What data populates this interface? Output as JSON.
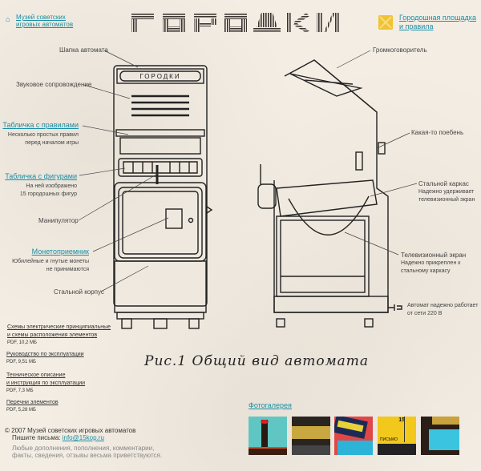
{
  "header": {
    "home_link_line1": "Музей советских",
    "home_link_line2": "игровых автоматов",
    "logo_text": "ГОРОДКИ",
    "rules_link_line1": "Городошная площадка",
    "rules_link_line2": "и правила"
  },
  "labels_left": {
    "cap": "Шапка автомата",
    "sound": "Звуковое сопровождение",
    "rules_table": "Табличка с правилами",
    "rules_desc1": "Несколько простых правил",
    "rules_desc2": "перед началом игры",
    "figures_table": "Табличка с фигурами",
    "figures_desc1": "На ней изображено",
    "figures_desc2": "15 городошных фигур",
    "manipulator": "Манипулятор",
    "coin": "Монетоприемник",
    "coin_desc1": "Юбилейные и гнутые монеты",
    "coin_desc2": "не принимаются",
    "body": "Стальной корпус"
  },
  "labels_right": {
    "speaker": "Громкоговоритель",
    "thing": "Какая-то поебень",
    "frame": "Стальной каркас",
    "frame_desc1": "Надежно удерживает",
    "frame_desc2": "телевизионный экран",
    "screen": "Телевизионный экран",
    "screen_desc1": "Надежно прикреплен к",
    "screen_desc2": "стальному каркасу",
    "power1": "Автомат надежно работает",
    "power2": "от сети 220 В"
  },
  "drawing": {
    "plate_text": "ГОРОДКИ",
    "caption": "Рис.1   Общий   вид   автомата"
  },
  "downloads": [
    {
      "line1": "Схемы электрические принципиальные",
      "line2": "и схемы расположения элементов",
      "meta": "PDF, 10,2 МБ"
    },
    {
      "line1": "Руководство по эксплуатации",
      "line2": "",
      "meta": "PDF, 9,51 МБ"
    },
    {
      "line1": "Техническое описание",
      "line2": "и инструкция по эксплуатации",
      "meta": "PDF, 7,3 МБ"
    },
    {
      "line1": "Перечни элементов",
      "line2": "",
      "meta": "PDF, 5,28 МБ"
    }
  ],
  "footer": {
    "copyright": "© 2007 Музей советских игровых автоматов",
    "write_label": "Пишите письма:",
    "email": "info@15kop.ru",
    "note1": "Любые дополнения, пополнения, комментарии,",
    "note2": "факты, сведения, отзывы весьма приветствуются."
  },
  "gallery": {
    "title": "Фотогалерея",
    "thumb3_text": "15",
    "thumb3_label": "ПИСЬМО"
  },
  "colors": {
    "link": "#1a8fa6",
    "accent_yellow": "#f2c230",
    "background": "#f3ede4"
  }
}
